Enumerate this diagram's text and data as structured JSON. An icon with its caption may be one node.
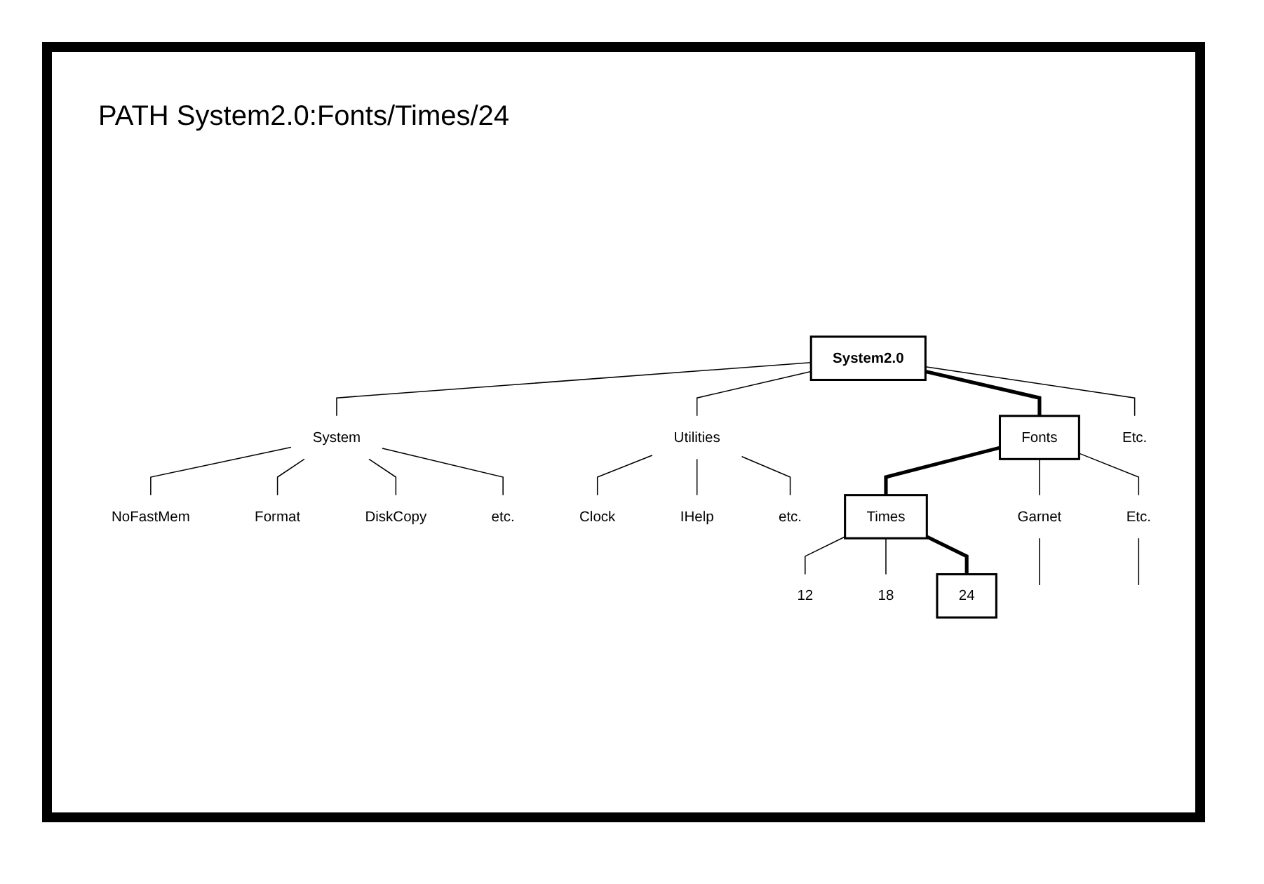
{
  "diagram": {
    "title": "PATH System2.0:Fonts/Times/24",
    "nodes": [
      {
        "text": [
          "System2.0"
        ]
      },
      {
        "text": [
          "System"
        ]
      },
      {
        "text": [
          "Utilities"
        ]
      },
      {
        "text": [
          "Fonts"
        ]
      },
      {
        "text": [
          "Etc."
        ]
      },
      {
        "text": [
          "NoFastMem"
        ]
      },
      {
        "text": [
          "Format"
        ]
      },
      {
        "text": [
          "DiskCopy"
        ]
      },
      {
        "text": [
          "etc."
        ]
      },
      {
        "text": [
          "Clock"
        ]
      },
      {
        "text": [
          "IHelp"
        ]
      },
      {
        "text": [
          "etc."
        ]
      },
      {
        "text": [
          "Times"
        ]
      },
      {
        "text": [
          "Garnet"
        ]
      },
      {
        "text": [
          "Etc."
        ]
      },
      {
        "text": [
          "12"
        ]
      },
      {
        "text": [
          "18"
        ]
      },
      {
        "text": [
          "24"
        ]
      }
    ],
    "edges": [
      {
        "from": 0,
        "to": 1,
        "arrow": "none"
      },
      {
        "from": 0,
        "to": 2,
        "arrow": "none"
      },
      {
        "from": 0,
        "to": 3,
        "arrow": "none",
        "style": "thick"
      },
      {
        "from": 0,
        "to": 4,
        "arrow": "none"
      },
      {
        "from": 1,
        "to": 5,
        "arrow": "none"
      },
      {
        "from": 1,
        "to": 6,
        "arrow": "none"
      },
      {
        "from": 1,
        "to": 7,
        "arrow": "none"
      },
      {
        "from": 1,
        "to": 8,
        "arrow": "none"
      },
      {
        "from": 2,
        "to": 9,
        "arrow": "none"
      },
      {
        "from": 2,
        "to": 10,
        "arrow": "none"
      },
      {
        "from": 2,
        "to": 11,
        "arrow": "none"
      },
      {
        "from": 3,
        "to": 12,
        "arrow": "none",
        "style": "thick"
      },
      {
        "from": 3,
        "to": 13,
        "arrow": "none"
      },
      {
        "from": 3,
        "to": 14,
        "arrow": "none"
      },
      {
        "from": 12,
        "to": 15,
        "arrow": "none"
      },
      {
        "from": 12,
        "to": 16,
        "arrow": "none"
      },
      {
        "from": 12,
        "to": 17,
        "arrow": "none",
        "style": "thick"
      },
      {
        "from": 13,
        "to": null,
        "arrow": "none"
      },
      {
        "from": 14,
        "to": null,
        "arrow": "none"
      }
    ]
  }
}
